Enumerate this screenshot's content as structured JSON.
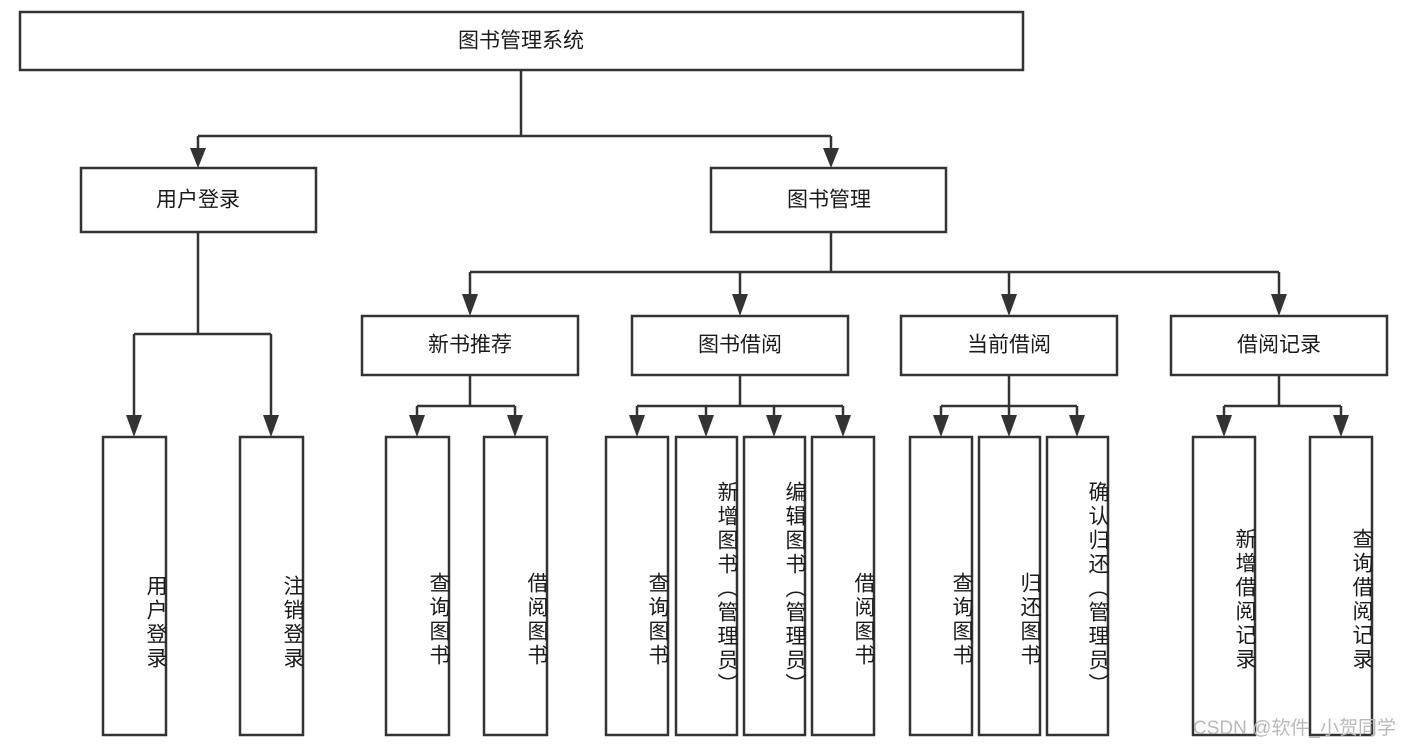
{
  "diagram": {
    "title": "图书管理系统",
    "type": "tree-hierarchy-diagram",
    "style": {
      "box_fill": "#ffffff",
      "box_stroke": "#333333",
      "text_color": "#1b1b1b",
      "background": "#ffffff",
      "watermark_color": "#b9b9b9"
    },
    "root": {
      "label": "图书管理系统"
    },
    "level2": [
      {
        "label": "用户登录"
      },
      {
        "label": "图书管理"
      }
    ],
    "level3": [
      {
        "label": "新书推荐"
      },
      {
        "label": "图书借阅"
      },
      {
        "label": "当前借阅"
      },
      {
        "label": "借阅记录"
      }
    ],
    "leaves": {
      "user_login": [
        {
          "label": "用户登录"
        },
        {
          "label": "注销登录"
        }
      ],
      "new_book_recommend": [
        {
          "label": "查询图书"
        },
        {
          "label": "借阅图书"
        }
      ],
      "book_borrow": [
        {
          "label": "查询图书"
        },
        {
          "label": "新增图书（管理员）"
        },
        {
          "label": "编辑图书（管理员）"
        },
        {
          "label": "借阅图书"
        }
      ],
      "current_borrow": [
        {
          "label": "查询图书"
        },
        {
          "label": "归还图书"
        },
        {
          "label": "确认归还（管理员）"
        }
      ],
      "borrow_record": [
        {
          "label": "新增借阅记录"
        },
        {
          "label": "查询借阅记录"
        }
      ]
    }
  },
  "watermark": {
    "text": "CSDN @软件_小贺同学"
  }
}
